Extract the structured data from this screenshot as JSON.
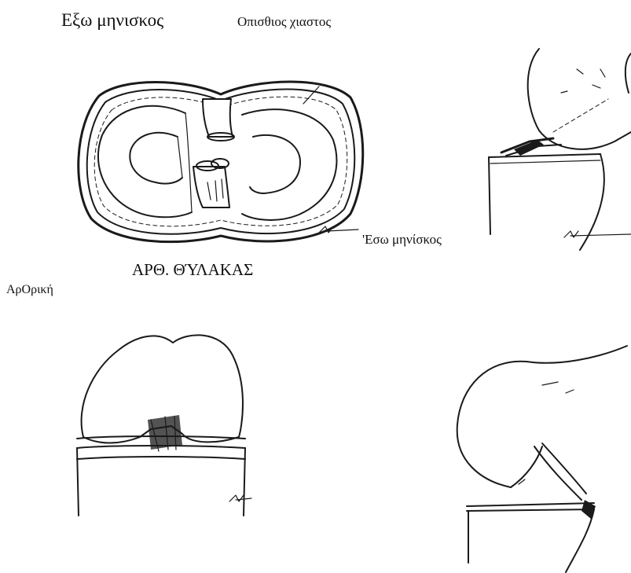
{
  "labels": {
    "outer_meniscus": "Εξω μηνισκος",
    "posterior_cruciate": "Οπισθιος χιαστος",
    "inner_meniscus": "'Εσω μηνίσκος",
    "joint_capsule": "ΑΡΘ. ΘΎΛΑΚΑΣ",
    "arthroscopic": "ΑρΟρική"
  },
  "ink_color": "#1a1a1a",
  "figures": [
    "tibial-plateau-top-view",
    "knee-side-view-upper",
    "knee-front-view",
    "knee-side-view-lower"
  ]
}
